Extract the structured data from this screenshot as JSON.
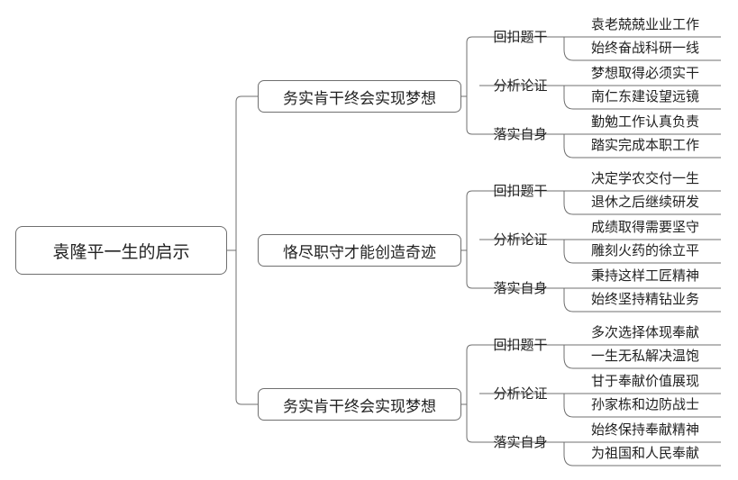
{
  "root": {
    "label": "袁隆平一生的启示"
  },
  "branches": [
    {
      "label": "务实肯干终会实现梦想",
      "subs": [
        {
          "label": "回扣题干",
          "leaves": [
            "袁老兢兢业业工作",
            "始终奋战科研一线"
          ]
        },
        {
          "label": "分析论证",
          "leaves": [
            "梦想取得必须实干",
            "南仁东建设望远镜"
          ]
        },
        {
          "label": "落实自身",
          "leaves": [
            "勤勉工作认真负责",
            "踏实完成本职工作"
          ]
        }
      ]
    },
    {
      "label": "恪尽职守才能创造奇迹",
      "subs": [
        {
          "label": "回扣题干",
          "leaves": [
            "决定学农交付一生",
            "退休之后继续研发"
          ]
        },
        {
          "label": "分析论证",
          "leaves": [
            "成绩取得需要坚守",
            "雕刻火药的徐立平"
          ]
        },
        {
          "label": "落实自身",
          "leaves": [
            "秉持这样工匠精神",
            "始终坚持精钻业务"
          ]
        }
      ]
    },
    {
      "label": "务实肯干终会实现梦想",
      "subs": [
        {
          "label": "回扣题干",
          "leaves": [
            "多次选择体现奉献",
            "一生无私解决温饱"
          ]
        },
        {
          "label": "分析论证",
          "leaves": [
            "甘于奉献价值展现",
            "孙家栋和边防战士"
          ]
        },
        {
          "label": "落实自身",
          "leaves": [
            "始终保持奉献精神",
            "为祖国和人民奉献"
          ]
        }
      ]
    }
  ],
  "colors": {
    "line": "#6f6f6f",
    "text": "#222222",
    "background": "#ffffff"
  }
}
